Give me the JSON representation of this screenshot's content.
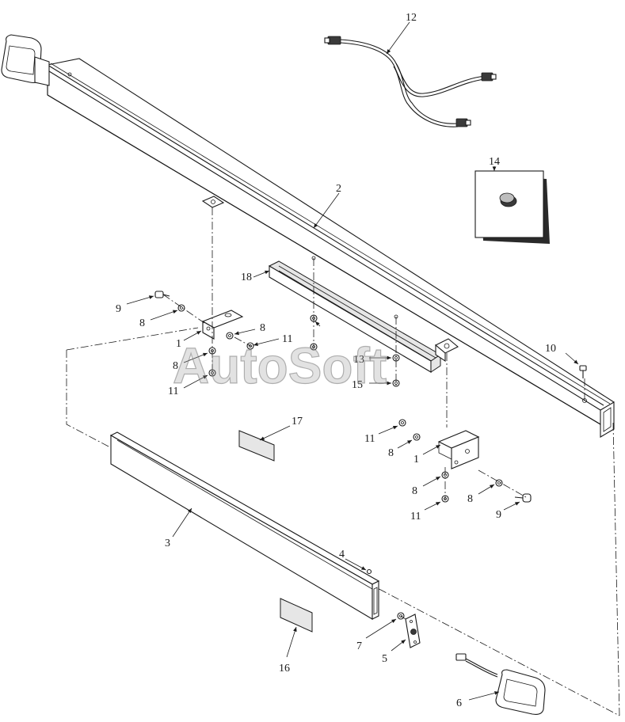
{
  "watermark": "AutoSoft",
  "callouts": {
    "c1a": "1",
    "c1b": "1",
    "c2": "2",
    "c3": "3",
    "c4": "4",
    "c5": "5",
    "c6": "6",
    "c7": "7",
    "c8a": "8",
    "c8b": "8",
    "c8c": "8",
    "c8d": "8",
    "c8e": "8",
    "c8f": "8",
    "c9a": "9",
    "c9b": "9",
    "c10": "10",
    "c11a": "11",
    "c11b": "11",
    "c11c": "11",
    "c11d": "11",
    "c12": "12",
    "c13": "13",
    "c14": "14",
    "c15": "15",
    "c16": "16",
    "c17": "17",
    "c18": "18"
  }
}
